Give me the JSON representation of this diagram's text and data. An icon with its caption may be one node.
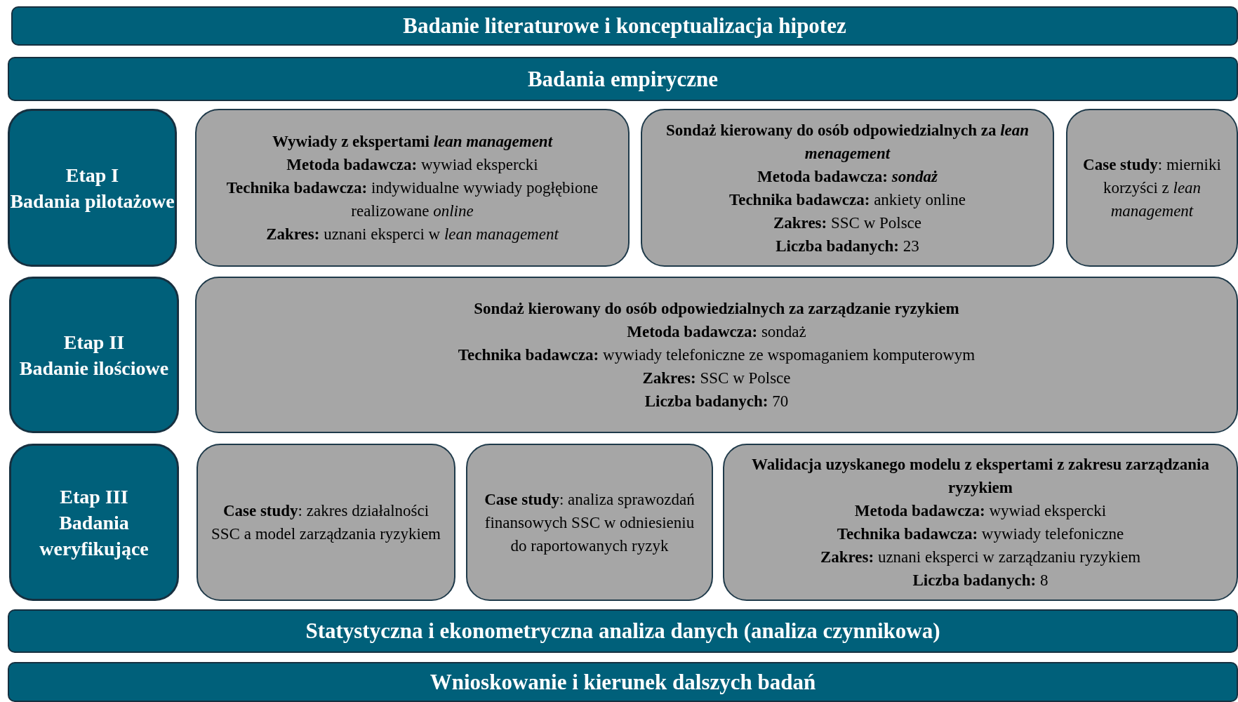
{
  "diagram": {
    "nodes": [
      {
        "text": [
          "Badanie literaturowe i konceptualizacja hipotez"
        ]
      },
      {
        "text": [
          "Badania empiryczne"
        ]
      },
      {
        "text": [
          "Etap I",
          "Badania pilotażowe"
        ]
      },
      {
        "text": [
          "Wywiady z ekspertami *lean management*",
          "**Metoda badawcza:** wywiad ekspercki",
          "**Technika badawcza:** indywidualne wywiady pogłębione realizowane *online*",
          "**Zakres:** uznani eksperci w *lean management*"
        ]
      },
      {
        "text": [
          "Sondaż kierowany do osób odpowiedzialnych za *lean menagement*",
          "Metoda badawcza: *sondaż*",
          "**Technika badawcza:** ankiety online",
          "**Zakres:** SSC w Polsce",
          "**Liczba badanych:** 23"
        ]
      },
      {
        "text": [
          "**Case study**: mierniki korzyści z *lean management*"
        ]
      },
      {
        "text": [
          "Etap II",
          "Badanie ilościowe"
        ]
      },
      {
        "text": [
          "Sondaż kierowany do osób odpowiedzialnych za zarządzanie ryzykiem",
          "**Metoda badawcza:** sondaż",
          "**Technika badawcza:** wywiady telefoniczne ze wspomaganiem komputerowym",
          "**Zakres:** SSC w Polsce",
          "**Liczba badanych:** 70"
        ]
      },
      {
        "text": [
          "Etap III",
          "Badania weryfikujące"
        ]
      },
      {
        "text": [
          "**Case study**: zakres działalności SSC a model zarządzania ryzykiem"
        ]
      },
      {
        "text": [
          "**Case study**: analiza sprawozdań finansowych SSC w odniesieniu do raportowanych ryzyk"
        ]
      },
      {
        "text": [
          "Walidacja uzyskanego modelu z ekspertami z zakresu zarządzania ryzykiem",
          "**Metoda badawcza:** wywiad ekspercki",
          "**Technika badawcza:** wywiady telefoniczne",
          "**Zakres:** uznani eksperci w zarządzaniu ryzykiem",
          "**Liczba badanych:** 8"
        ]
      },
      {
        "text": [
          "Statystyczna i ekonometryczna analiza danych (analiza czynnikowa)"
        ]
      },
      {
        "text": [
          "Wnioskowanie i kierunek dalszych badań"
        ]
      }
    ]
  }
}
